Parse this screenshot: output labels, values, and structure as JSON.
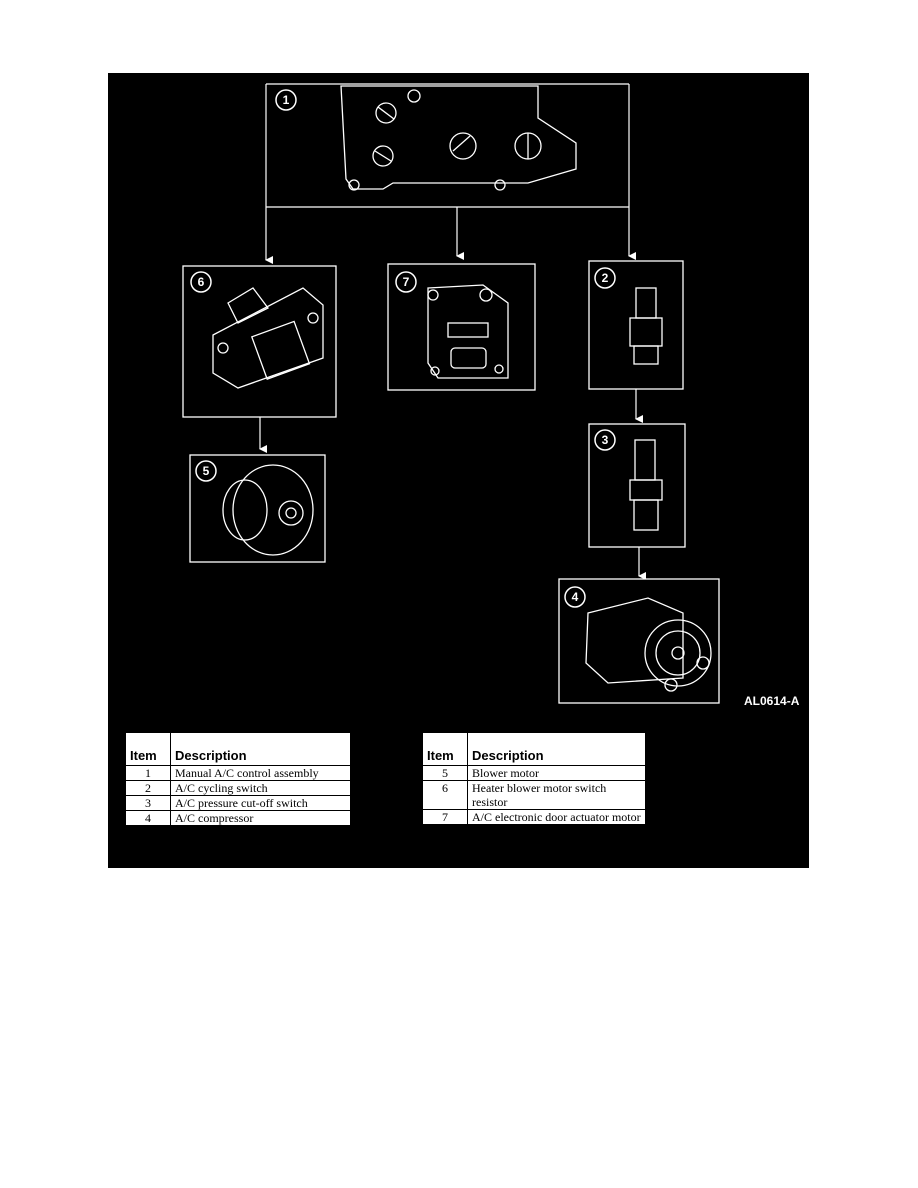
{
  "figure_code": "AL0614-A",
  "callouts": [
    "1",
    "2",
    "3",
    "4",
    "5",
    "6",
    "7"
  ],
  "legend_header": {
    "item": "Item",
    "description": "Description"
  },
  "legend_left": [
    {
      "item": "1",
      "description": "Manual A/C control assembly"
    },
    {
      "item": "2",
      "description": "A/C cycling switch"
    },
    {
      "item": "3",
      "description": "A/C pressure cut-off switch"
    },
    {
      "item": "4",
      "description": "A/C compressor"
    }
  ],
  "legend_right": [
    {
      "item": "5",
      "description": "Blower motor"
    },
    {
      "item": "6",
      "description": "Heater blower motor switch resistor"
    },
    {
      "item": "7",
      "description": "A/C electronic door actuator motor"
    }
  ]
}
